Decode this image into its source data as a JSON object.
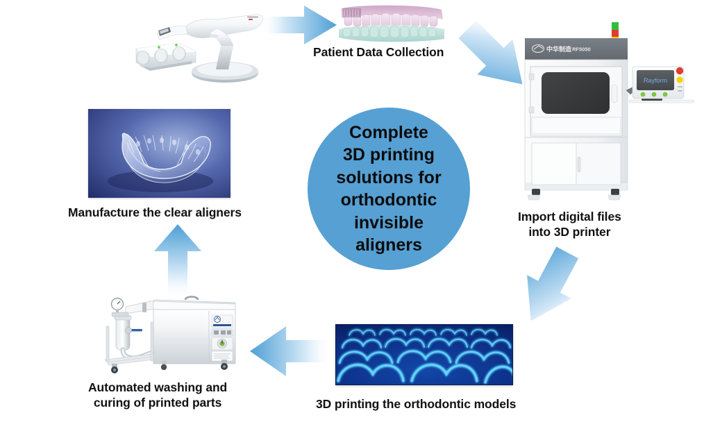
{
  "diagram": {
    "title_hub": {
      "lines": [
        "Complete",
        "3D printing",
        "solutions for",
        "orthodontic",
        "invisible",
        "aligners"
      ],
      "background_color": "#56a0d3",
      "text_color": "#0c0c0c"
    },
    "background_color": "#ffffff",
    "accent_color": "#5ba8dc",
    "label_color": "#111111",
    "flow_direction": "clockwise",
    "stage_count": 6,
    "stages": [
      {
        "id": "patient-data-collection",
        "label": "Patient Data Collection",
        "label_lines": [
          "Patient Data Collection"
        ],
        "position": "top-center",
        "image": "intraoral-scanner-and-dental-scan"
      },
      {
        "id": "import-digital-files",
        "label": "Import digital files into 3D printer",
        "label_lines": [
          "Import digital files",
          "into 3D printer"
        ],
        "position": "right",
        "image": "industrial-3d-printer"
      },
      {
        "id": "3d-printing-models",
        "label": "3D printing the orthodontic models",
        "label_lines": [
          "3D printing the orthodontic models"
        ],
        "position": "bottom-center",
        "image": "printed-dental-arch-lattice"
      },
      {
        "id": "washing-and-curing",
        "label": "Automated washing and curing of printed parts",
        "label_lines": [
          "Automated washing and",
          "curing of printed parts"
        ],
        "position": "bottom-left",
        "image": "ultrasonic-washing-curing-machine"
      },
      {
        "id": "manufacture-clear-aligners",
        "label": "Manufacture the clear aligners",
        "label_lines": [
          "Manufacture the clear aligners"
        ],
        "position": "left",
        "image": "clear-aligner-tray"
      }
    ],
    "arrows": [
      {
        "id": "arrow-scanner-to-scan",
        "direction": "right",
        "name": "arrow-right-icon"
      },
      {
        "id": "arrow-scan-to-printer",
        "direction": "down-right",
        "name": "arrow-down-right-icon"
      },
      {
        "id": "arrow-printer-to-models",
        "direction": "down-left",
        "name": "arrow-down-left-icon"
      },
      {
        "id": "arrow-models-to-washer",
        "direction": "left",
        "name": "arrow-left-icon"
      },
      {
        "id": "arrow-washer-to-aligner",
        "direction": "up",
        "name": "arrow-up-icon"
      }
    ]
  },
  "equipment": {
    "printer": {
      "model_text": "RF5050",
      "brand_text": "Rayform",
      "panel_screen_text": "Rayform",
      "status_light_colors": [
        "#2fbf3f",
        "#e03c31",
        "#f4d400"
      ],
      "body_color": "#f3f4f6",
      "header_color": "#6f757c",
      "window_color": "#3a3a3a"
    },
    "dental_scan": {
      "upper_arch_color": "#d8b8d0",
      "lower_arch_color": "#bfe0dc"
    },
    "printed_models": {
      "plate_color": "#0b2f86",
      "glow_color": "#5fd2ff"
    },
    "aligners_photo": {
      "background_gradient": [
        "#2c3f8f",
        "#a8b8e0"
      ]
    },
    "washer": {
      "body_color": "#e9ecee",
      "trim_color": "#b9c0c5"
    }
  }
}
